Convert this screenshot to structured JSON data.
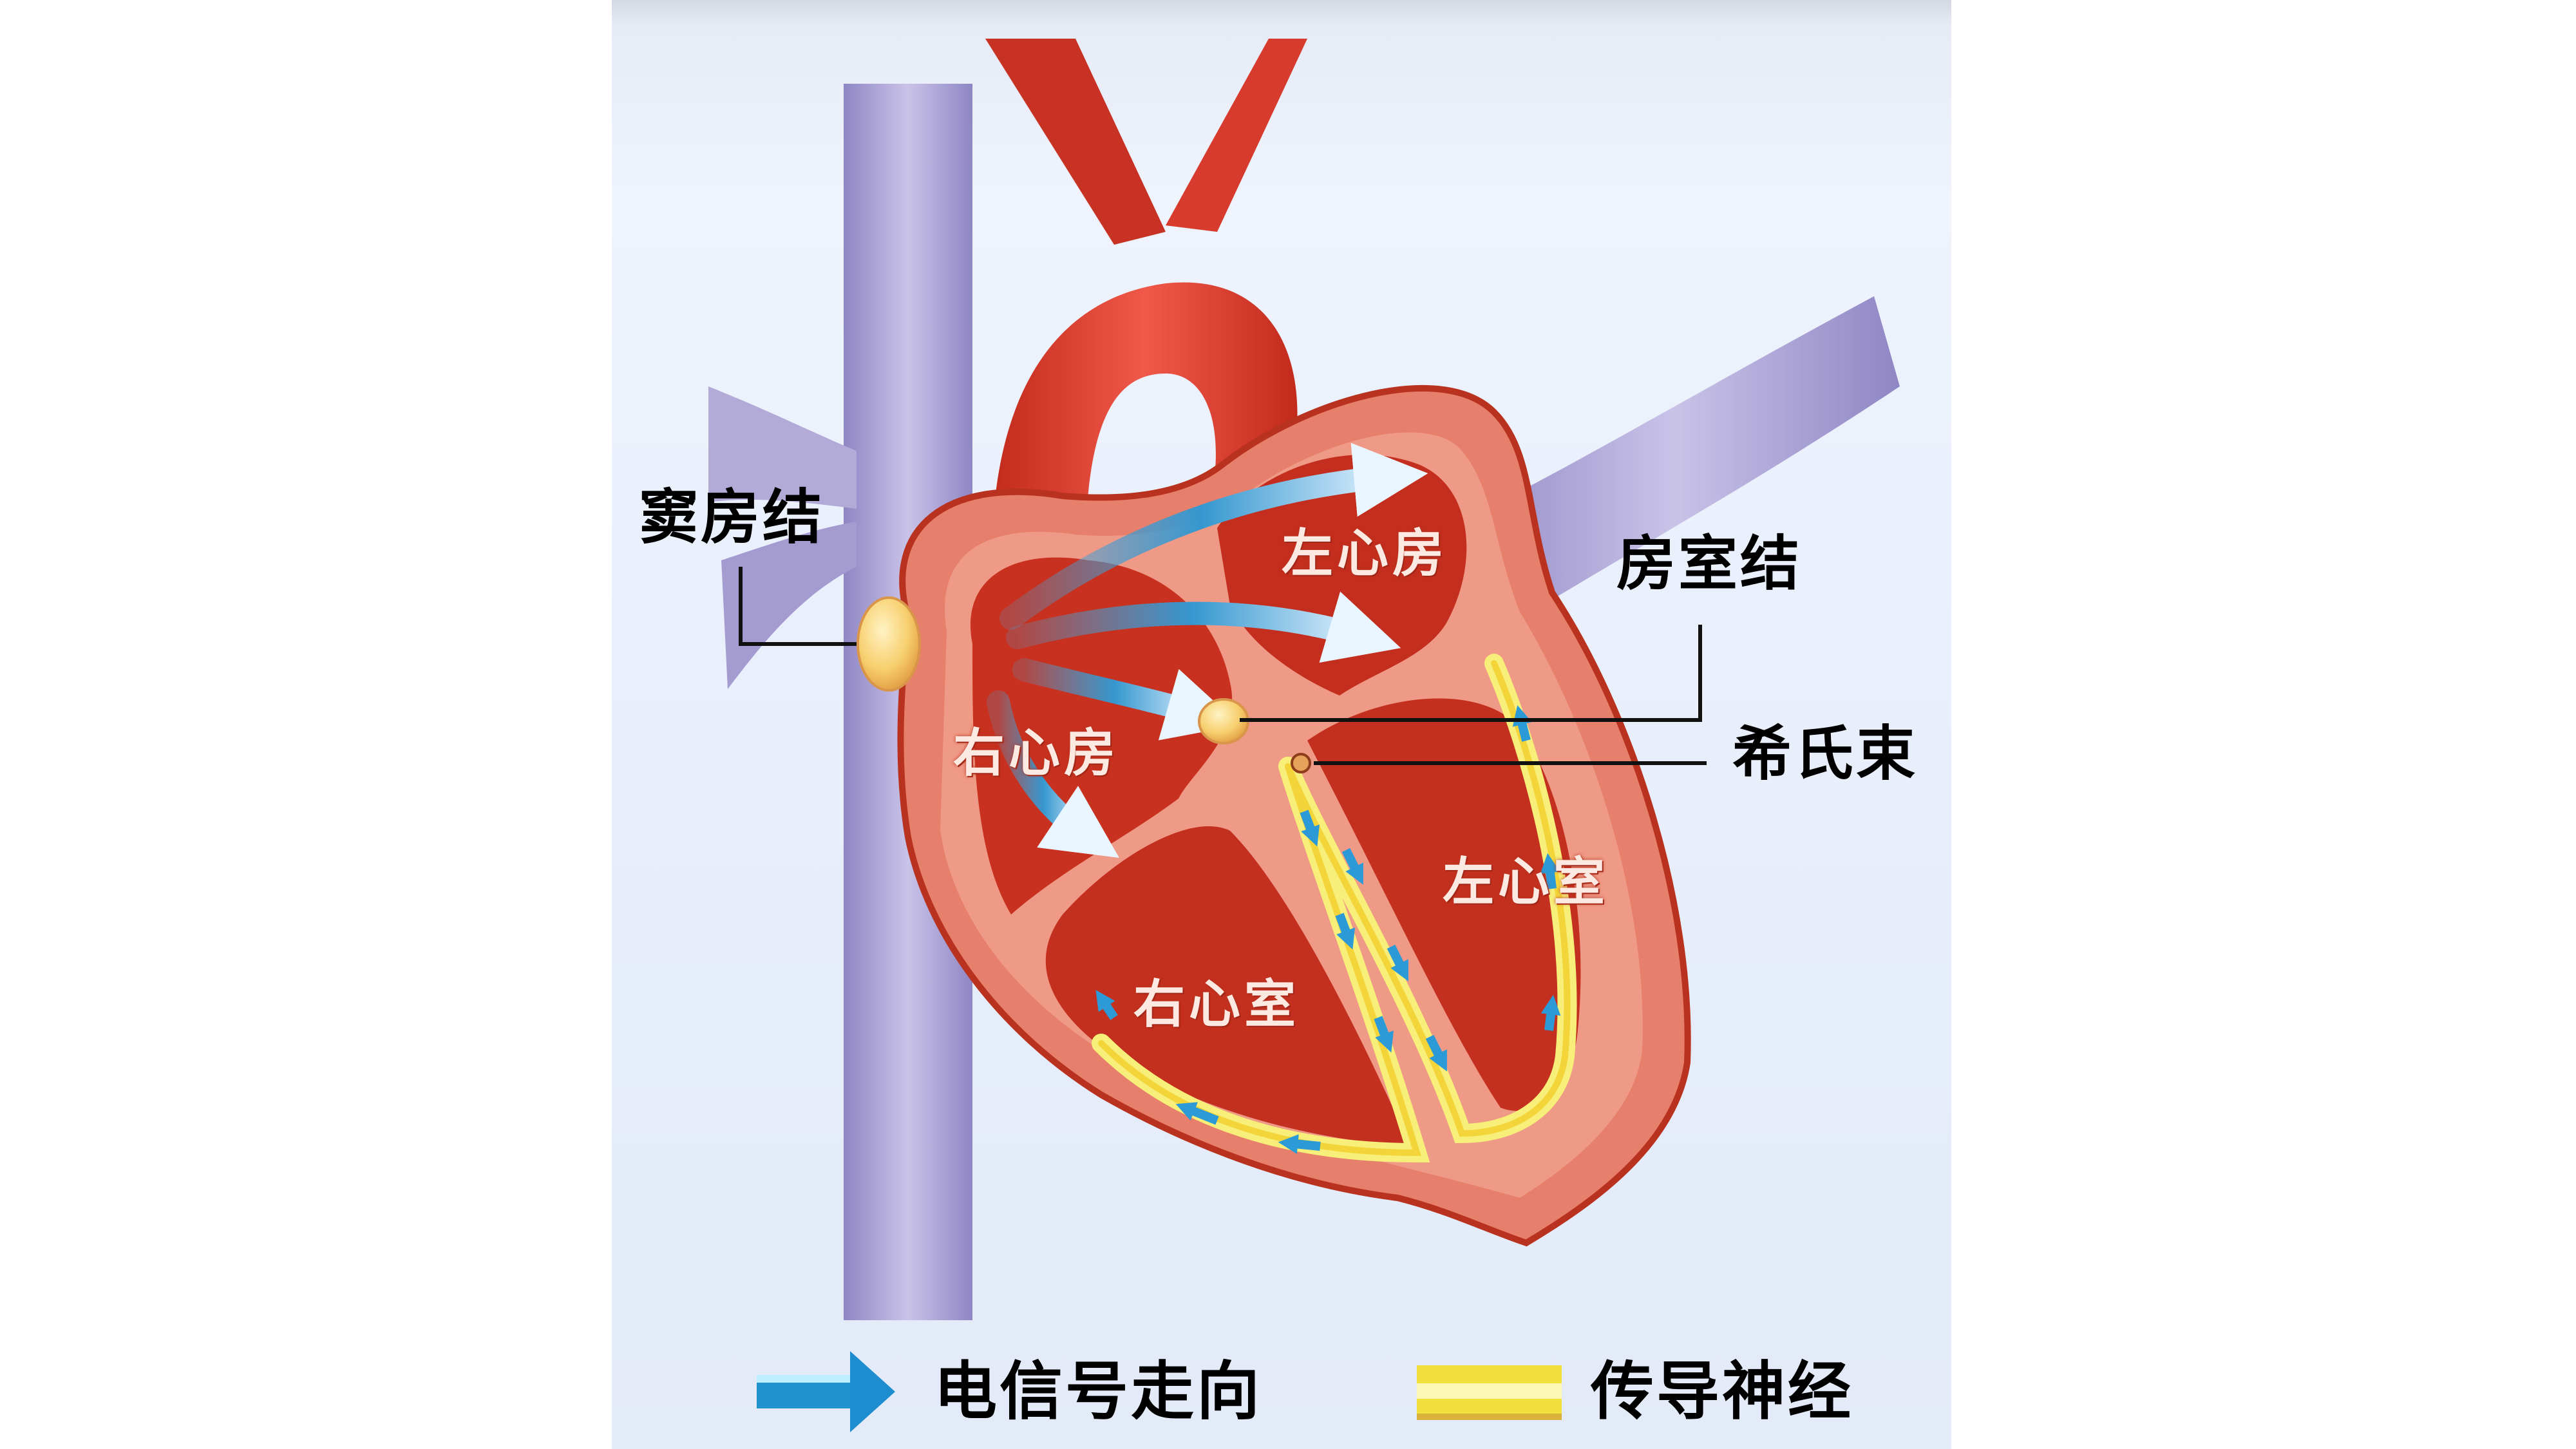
{
  "diagram": {
    "callouts": {
      "sa_node": "窦房结",
      "av_node": "房室结",
      "his_bundle": "希氏束"
    },
    "chambers": {
      "left_atrium": "左心房",
      "right_atrium": "右心房",
      "left_ventricle": "左心室",
      "right_ventricle": "右心室"
    },
    "legend": {
      "signal": {
        "icon": "blue-arrow-icon",
        "label": "电信号走向"
      },
      "conduction": {
        "icon": "yellow-band-icon",
        "label": "传导神经"
      }
    },
    "colors": {
      "background": "#e9effb",
      "vein": "#a9a2d0",
      "artery": "#d93a2c",
      "myocardium": "#e98676",
      "chamber": "#c8311f",
      "signal_arrow": "#2a9bd6",
      "conduction_path": "#f3e458",
      "node": "#f5c866"
    }
  }
}
